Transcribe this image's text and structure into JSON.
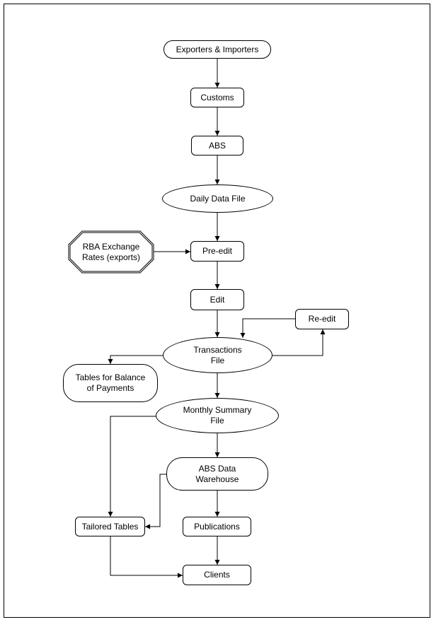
{
  "diagram": {
    "nodes": {
      "exporters": "Exporters & Importers",
      "customs": "Customs",
      "abs": "ABS",
      "daily": "Daily Data File",
      "rba": "RBA Exchange\nRates (exports)",
      "preedit": "Pre-edit",
      "edit": "Edit",
      "reedit": "Re-edit",
      "transactions": "Transactions\nFile",
      "tables_bop": "Tables for Balance\nof Payments",
      "monthly": "Monthly Summary\nFile",
      "warehouse": "ABS Data\nWarehouse",
      "tailored": "Tailored Tables",
      "publications": "Publications",
      "clients": "Clients"
    },
    "edges": [
      [
        "Exporters & Importers",
        "Customs"
      ],
      [
        "Customs",
        "ABS"
      ],
      [
        "ABS",
        "Daily Data File"
      ],
      [
        "Daily Data File",
        "Pre-edit"
      ],
      [
        "RBA Exchange Rates (exports)",
        "Pre-edit"
      ],
      [
        "Pre-edit",
        "Edit"
      ],
      [
        "Edit",
        "Transactions File"
      ],
      [
        "Transactions File",
        "Re-edit"
      ],
      [
        "Re-edit",
        "Transactions File"
      ],
      [
        "Transactions File",
        "Tables for Balance of Payments"
      ],
      [
        "Transactions File",
        "Monthly Summary File"
      ],
      [
        "Monthly Summary File",
        "ABS Data Warehouse"
      ],
      [
        "Monthly Summary File",
        "Tailored Tables"
      ],
      [
        "ABS Data Warehouse",
        "Tailored Tables"
      ],
      [
        "ABS Data Warehouse",
        "Publications"
      ],
      [
        "Publications",
        "Clients"
      ],
      [
        "Tailored Tables",
        "Clients"
      ]
    ]
  }
}
